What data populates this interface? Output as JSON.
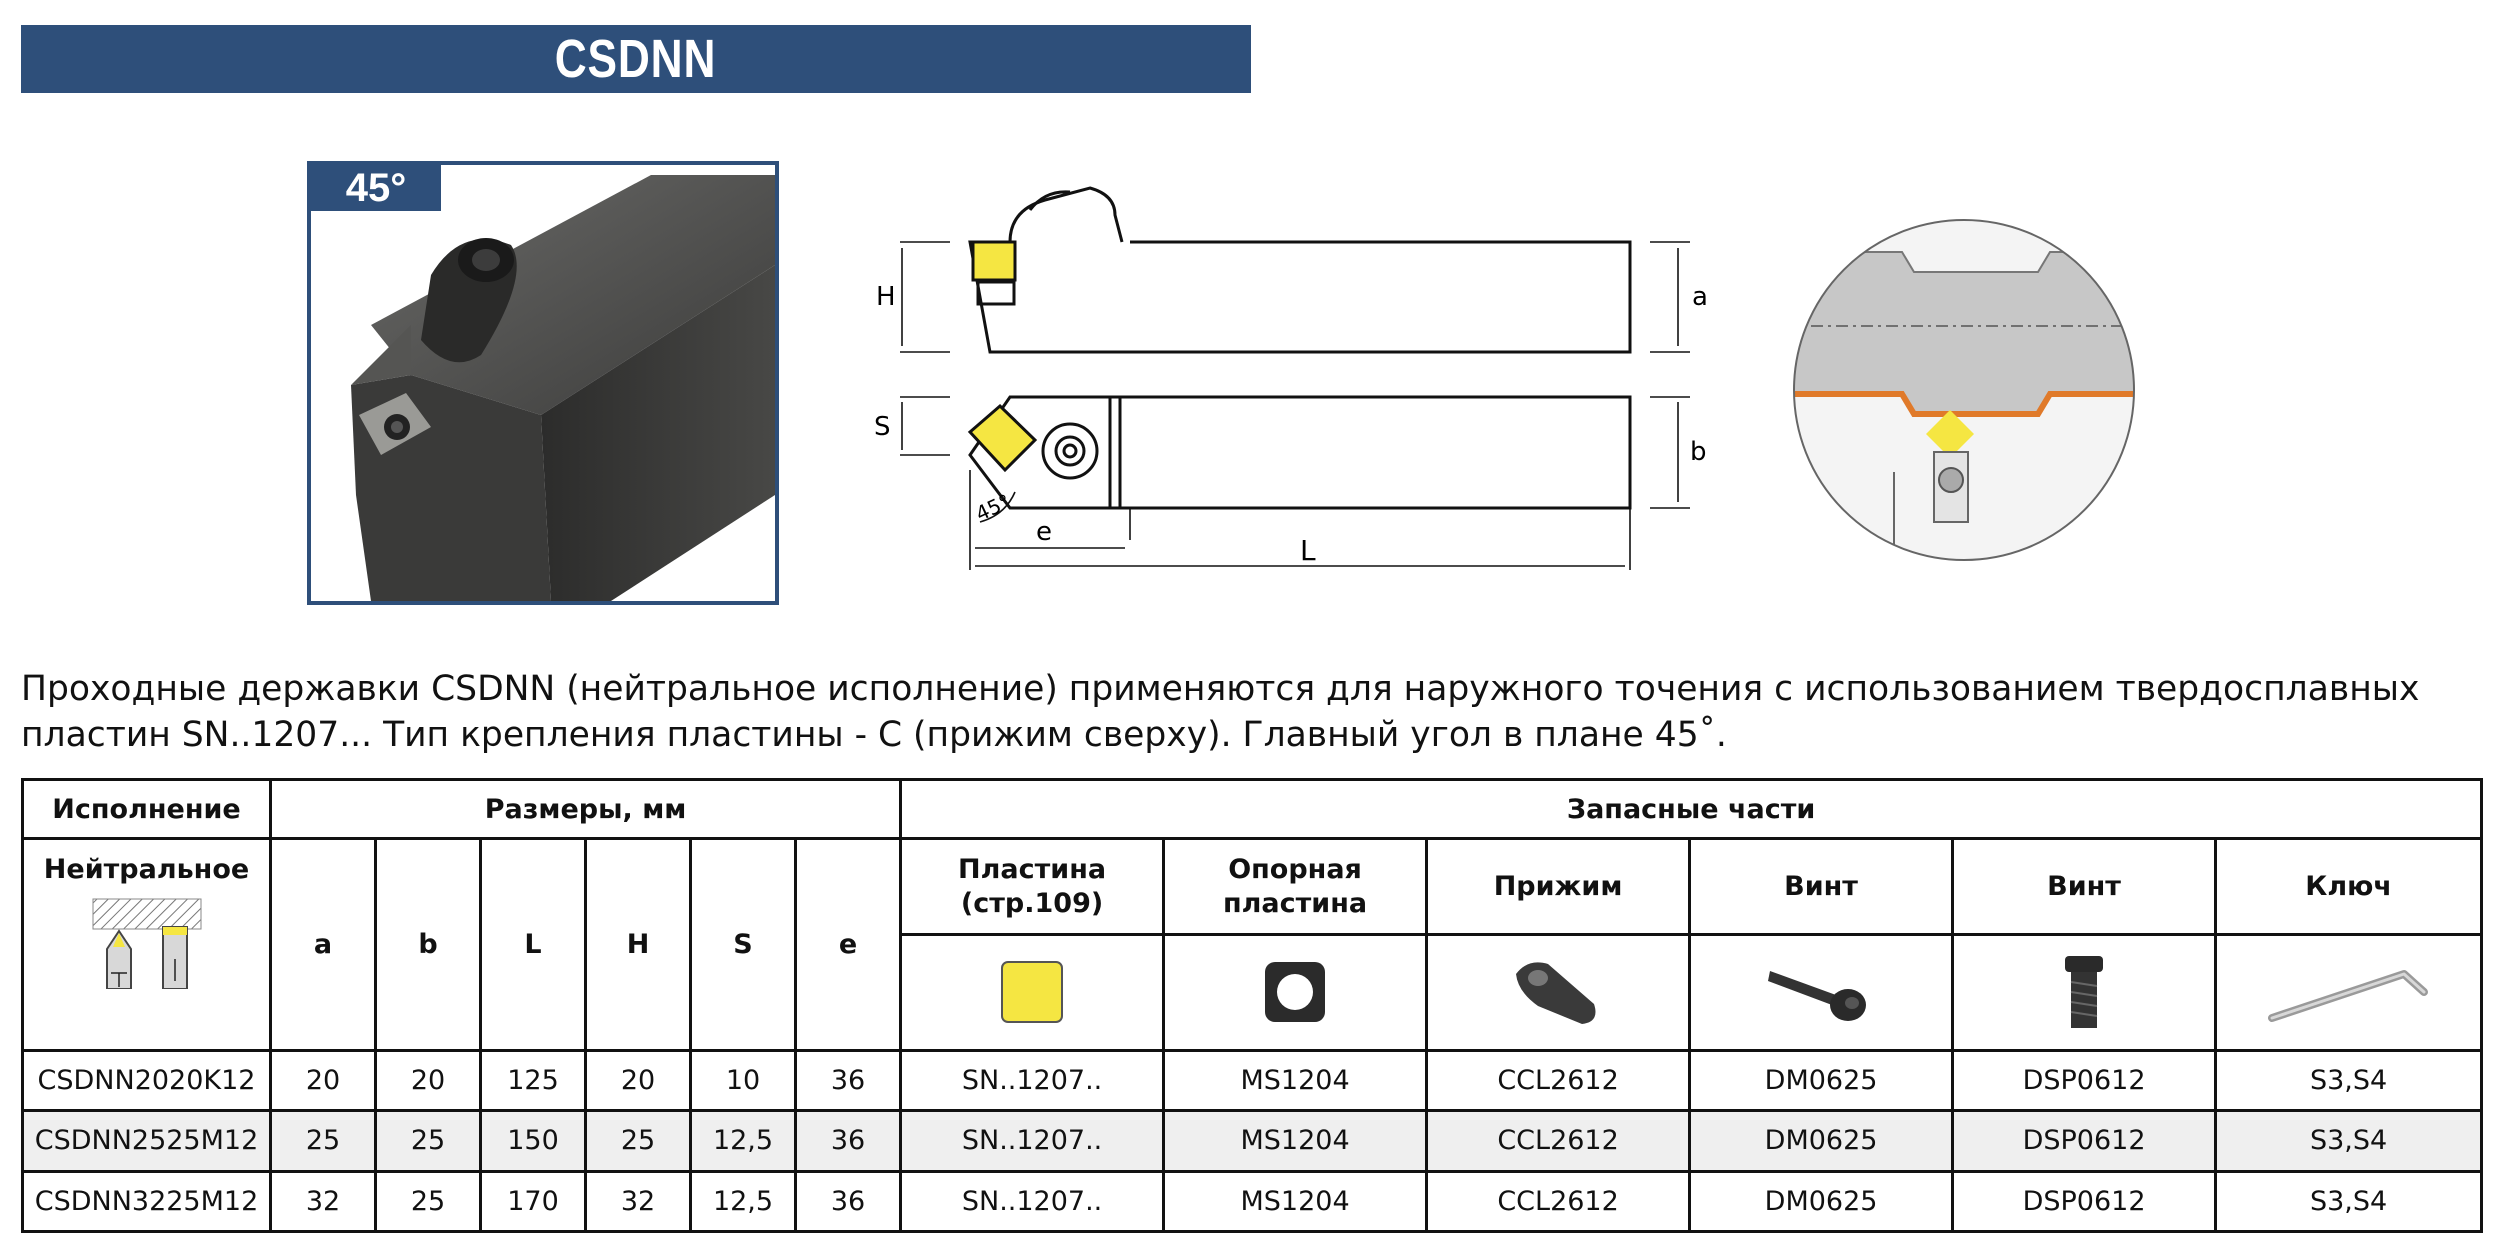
{
  "header": {
    "title": "CSDNN"
  },
  "photo": {
    "angle_badge": "45°"
  },
  "drawing": {
    "labels": {
      "H": "H",
      "S": "S",
      "a": "a",
      "b": "b",
      "e": "e",
      "L": "L",
      "angle": "45°"
    }
  },
  "description": {
    "line1": "Проходные державки CSDNN (нейтральное исполнение) применяются для наружного точения с использованием твердосплавных",
    "line2": "пластин SN..1207... Тип крепления пластины - С (прижим сверху). Главный угол в плане 45˚."
  },
  "table": {
    "group_headers": {
      "variant": "Исполнение",
      "dimensions": "Размеры, мм",
      "spares": "Запасные части"
    },
    "variant_label": "Нейтральное",
    "dimension_columns": [
      "a",
      "b",
      "L",
      "H",
      "S",
      "e"
    ],
    "spare_columns": [
      {
        "line1": "Пластина",
        "line2": "(стр.109)"
      },
      {
        "line1": "Опорная",
        "line2": "пластина"
      },
      {
        "line1": "Прижим",
        "line2": ""
      },
      {
        "line1": "Винт",
        "line2": ""
      },
      {
        "line1": "Винт",
        "line2": ""
      },
      {
        "line1": "Ключ",
        "line2": ""
      }
    ],
    "spare_icons": [
      "insert-icon",
      "shim-icon",
      "clamp-icon",
      "clamp-screw-icon",
      "shim-screw-icon",
      "hex-key-icon"
    ],
    "rows": [
      {
        "code": "CSDNN2020K12",
        "a": "20",
        "b": "20",
        "L": "125",
        "H": "20",
        "S": "10",
        "e": "36",
        "insert": "SN..1207..",
        "shim": "MS1204",
        "clamp": "CCL2612",
        "screw1": "DM0625",
        "screw2": "DSP0612",
        "key": "S3,S4"
      },
      {
        "code": "CSDNN2525M12",
        "a": "25",
        "b": "25",
        "L": "150",
        "H": "25",
        "S": "12,5",
        "e": "36",
        "insert": "SN..1207..",
        "shim": "MS1204",
        "clamp": "CCL2612",
        "screw1": "DM0625",
        "screw2": "DSP0612",
        "key": "S3,S4"
      },
      {
        "code": "CSDNN3225M12",
        "a": "32",
        "b": "25",
        "L": "170",
        "H": "32",
        "S": "12,5",
        "e": "36",
        "insert": "SN..1207..",
        "shim": "MS1204",
        "clamp": "CCL2612",
        "screw1": "DM0625",
        "screw2": "DSP0612",
        "key": "S3,S4"
      }
    ]
  },
  "colors": {
    "title_bar": "#2e4f7a",
    "insert_yellow": "#f5e642",
    "workpiece_orange": "#e07a2a"
  }
}
